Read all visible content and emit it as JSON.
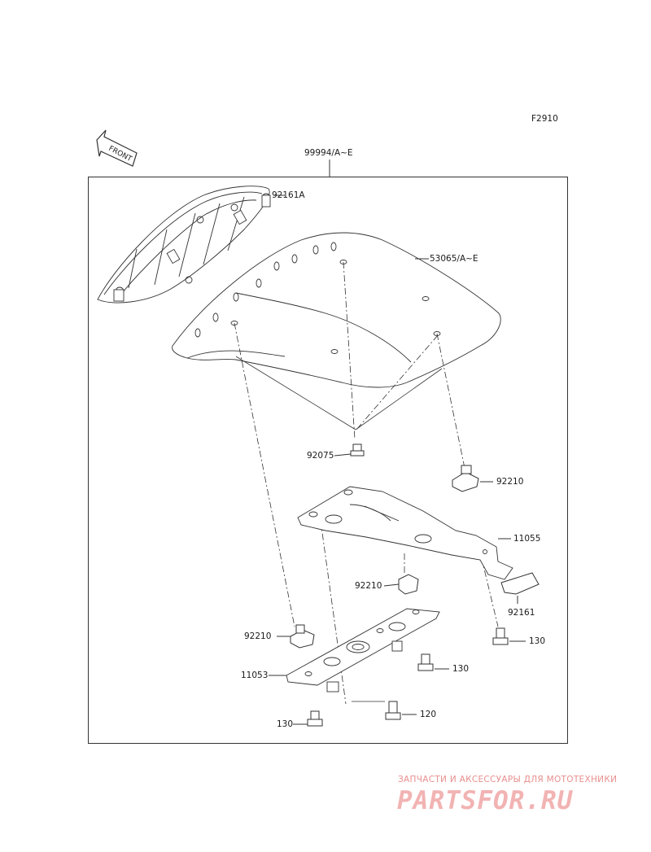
{
  "diagram": {
    "code": "F2910",
    "front_label": "FRONT",
    "parts": {
      "kit": "99994/A~E",
      "cap_bracket": "92161A",
      "seat_cover": "53065/A~E",
      "collar": "92075",
      "nut_upper": "92210",
      "bracket_long": "11055",
      "nut_mid": "92210",
      "rubber": "92161",
      "nut_left": "92210",
      "bolt_right": "130",
      "bracket_short": "11053",
      "bolt_mid": "130",
      "bolt_120": "120",
      "bolt_left": "130"
    }
  },
  "watermark": {
    "tagline": "ЗАПЧАСТИ И АКСЕССУАРЫ ДЛЯ МОТОТЕХНИКИ",
    "brand": "PARTSFOR.RU"
  }
}
